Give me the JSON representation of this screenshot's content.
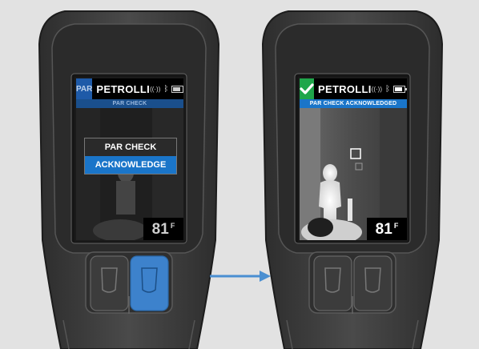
{
  "colors": {
    "accent_blue": "#1a75c9",
    "check_green": "#1fa64a",
    "device_dark": "#3a3a3a",
    "background": "#e2e2e2"
  },
  "left_device": {
    "header": {
      "tag": "PAR",
      "name": "PETROLLI",
      "icons": [
        "signal-icon",
        "bluetooth-icon",
        "battery-icon"
      ]
    },
    "banner": "PAR CHECK",
    "menu": {
      "title": "PAR CHECK",
      "items": [
        "ACKNOWLEDGE"
      ],
      "selected": "ACKNOWLEDGE"
    },
    "temperature": {
      "value": "81",
      "unit": "F"
    },
    "pressed_button": "right"
  },
  "right_device": {
    "header": {
      "icon": "check-icon",
      "name": "PETROLLI",
      "icons": [
        "signal-icon",
        "bluetooth-icon",
        "battery-icon"
      ]
    },
    "banner": "PAR CHECK ACKNOWLEDGED",
    "temperature": {
      "value": "81",
      "unit": "F"
    }
  },
  "transition_icon": "arrow-right-icon"
}
